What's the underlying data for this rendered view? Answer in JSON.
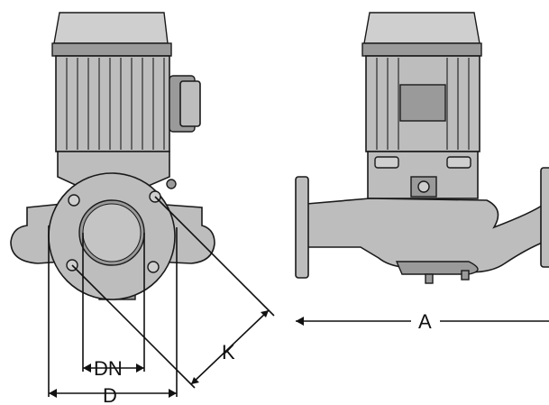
{
  "labels": {
    "dn": "DN",
    "d": "D",
    "k": "K",
    "a": "A"
  }
}
